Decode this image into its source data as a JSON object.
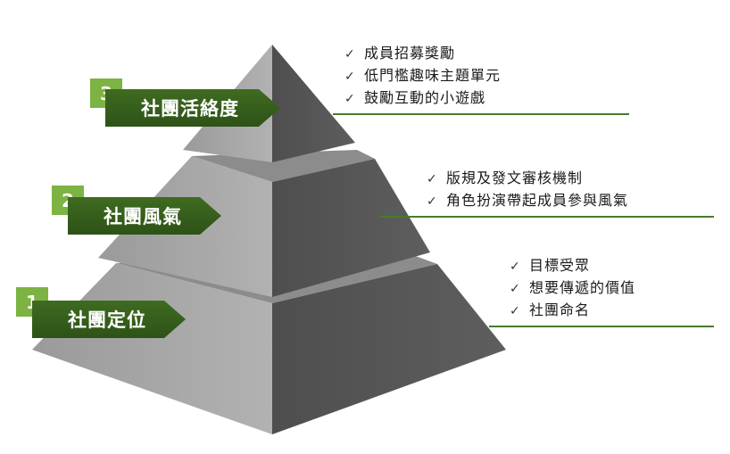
{
  "levels": [
    {
      "number": "3",
      "label": "社團活絡度",
      "bullets": [
        "成員招募獎勵",
        "低門檻趣味主題單元",
        "鼓勵互動的小遊戲"
      ]
    },
    {
      "number": "2",
      "label": "社團風氣",
      "bullets": [
        "版規及發文審核機制",
        "角色扮演帶起成員參與風氣"
      ]
    },
    {
      "number": "1",
      "label": "社團定位",
      "bullets": [
        "目標受眾",
        "想要傳遞的價值",
        "社團命名"
      ]
    }
  ],
  "icons": {
    "bullet": "check-icon",
    "bullet_glyph": "✓"
  },
  "colors": {
    "label_bg": "#2d5217",
    "number_bg": "#7cb342",
    "rule": "#4a7a2c",
    "pyramid_light": "#a3a3a3",
    "pyramid_dark": "#555555",
    "pyramid_ledge": "#8a8a8a"
  }
}
